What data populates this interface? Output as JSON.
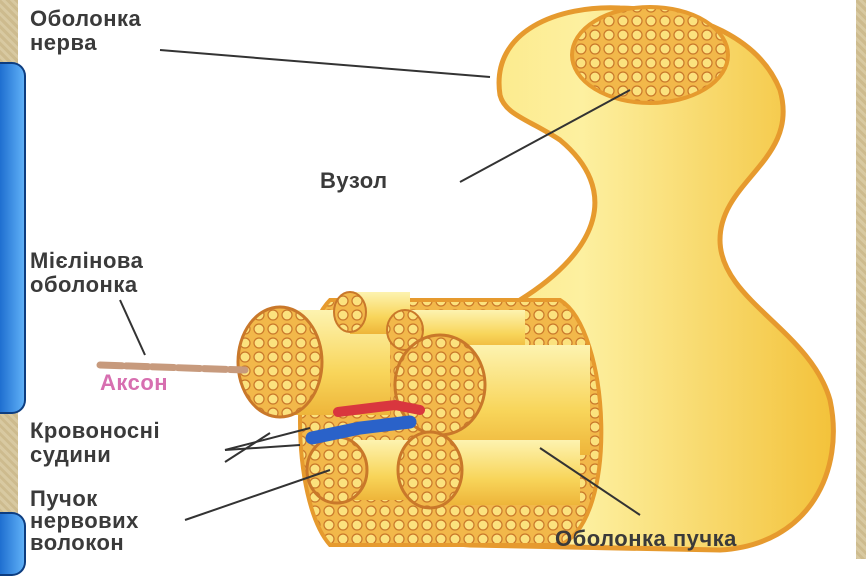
{
  "labels": {
    "nerve_sheath": [
      "Оболонка",
      "нерва"
    ],
    "node": "Вузол",
    "myelin_sheath": [
      "Мієлінова",
      "оболонка"
    ],
    "axon": "Аксон",
    "blood_vessels": [
      "Кровоносні",
      "судини"
    ],
    "fiber_bundle": [
      "Пучок",
      "нервових",
      "волокон"
    ],
    "bundle_sheath": "Оболонка пучка"
  },
  "colors": {
    "nerve_yellow": "#f7d24a",
    "nerve_light": "#fdf0a0",
    "sheath_orange": "#e69a2e",
    "artery_red": "#d9363e",
    "vein_blue": "#2a62c9",
    "axon_pink": "#d76fb0"
  }
}
